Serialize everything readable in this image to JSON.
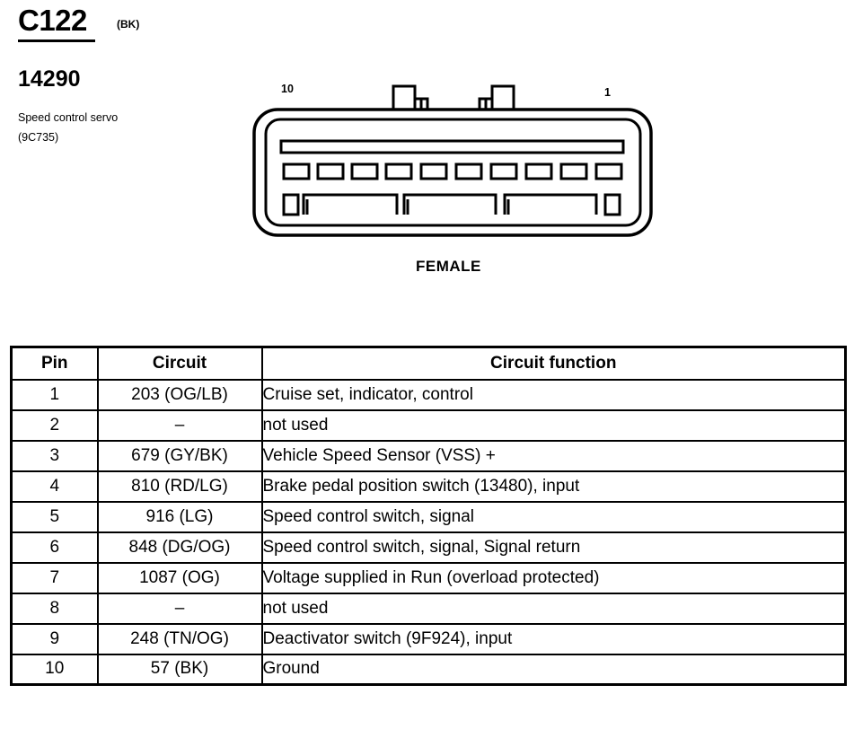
{
  "connector": {
    "id": "C122",
    "color": "(BK)",
    "part_number": "14290",
    "component_name": "Speed control servo",
    "component_code": "(9C735)",
    "gender": "FEMALE",
    "pin_label_left": "10",
    "pin_label_right": "1"
  },
  "table": {
    "headers": [
      "Pin",
      "Circuit",
      "Circuit function"
    ],
    "rows": [
      {
        "pin": "1",
        "circuit": "203 (OG/LB)",
        "function": "Cruise set, indicator, control"
      },
      {
        "pin": "2",
        "circuit": "–",
        "function": "not used"
      },
      {
        "pin": "3",
        "circuit": "679 (GY/BK)",
        "function": "Vehicle Speed Sensor (VSS) +"
      },
      {
        "pin": "4",
        "circuit": "810 (RD/LG)",
        "function": "Brake pedal position switch (13480), input"
      },
      {
        "pin": "5",
        "circuit": "916 (LG)",
        "function": "Speed control switch, signal"
      },
      {
        "pin": "6",
        "circuit": "848 (DG/OG)",
        "function": "Speed control switch, signal, Signal return"
      },
      {
        "pin": "7",
        "circuit": "1087 (OG)",
        "function": "Voltage supplied in Run (overload protected)"
      },
      {
        "pin": "8",
        "circuit": "–",
        "function": "not used"
      },
      {
        "pin": "9",
        "circuit": "248 (TN/OG)",
        "function": "Deactivator switch (9F924), input"
      },
      {
        "pin": "10",
        "circuit": "57 (BK)",
        "function": "Ground"
      }
    ]
  }
}
